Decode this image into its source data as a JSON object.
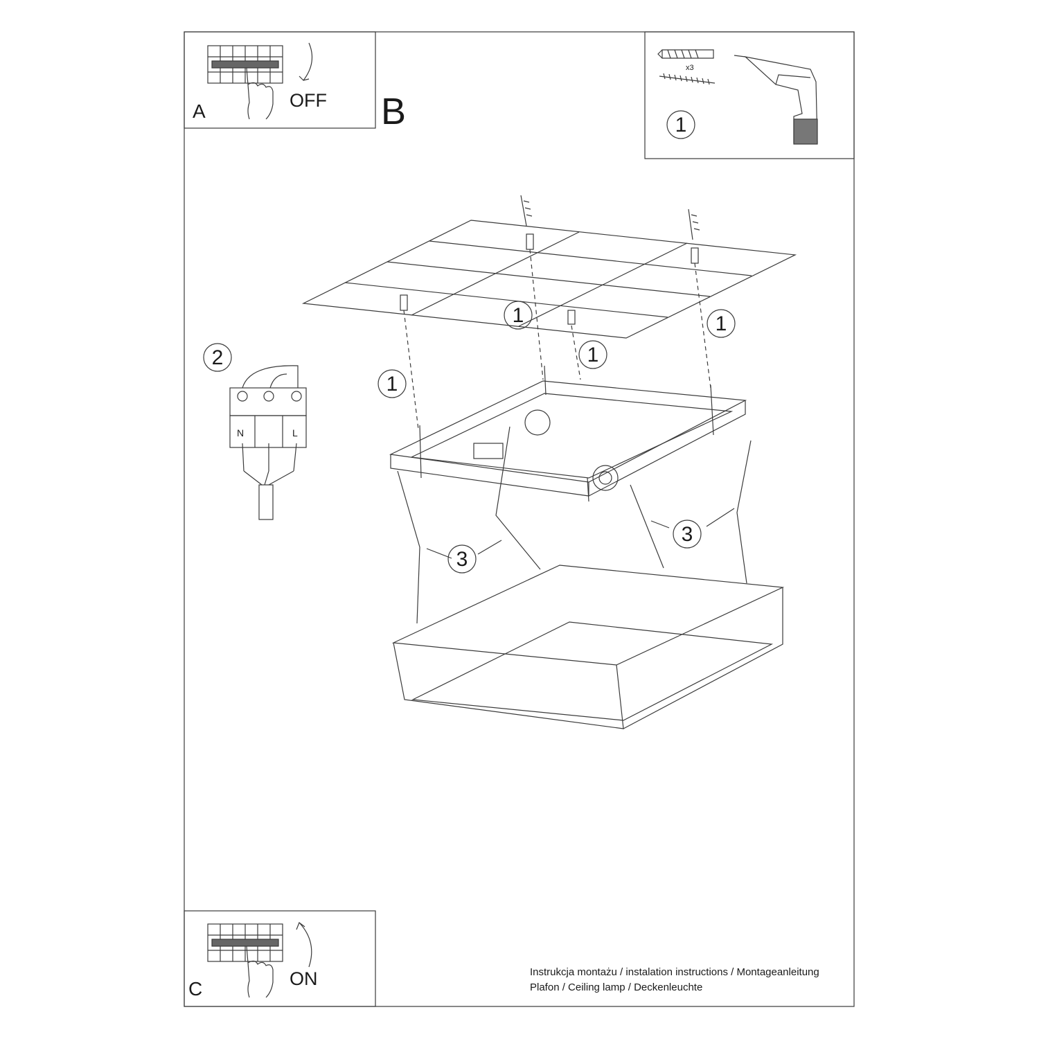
{
  "panels": {
    "a": {
      "letter": "A",
      "state": "OFF"
    },
    "b": {
      "letter": "B"
    },
    "c": {
      "letter": "C",
      "state": "ON"
    }
  },
  "tools": {
    "quantity": "x3",
    "step": "1"
  },
  "callouts": {
    "mount_1a": "1",
    "mount_1b": "1",
    "mount_1c": "1",
    "mount_1d": "1",
    "wiring": "2",
    "attach_3a": "3",
    "attach_3b": "3"
  },
  "terminal_block": {
    "neutral": "N",
    "live": "L"
  },
  "footer": {
    "line1": "Instrukcja montażu / instalation instructions / Montageanleitung",
    "line2": "Plafon / Ceiling lamp / Deckenleuchte"
  }
}
